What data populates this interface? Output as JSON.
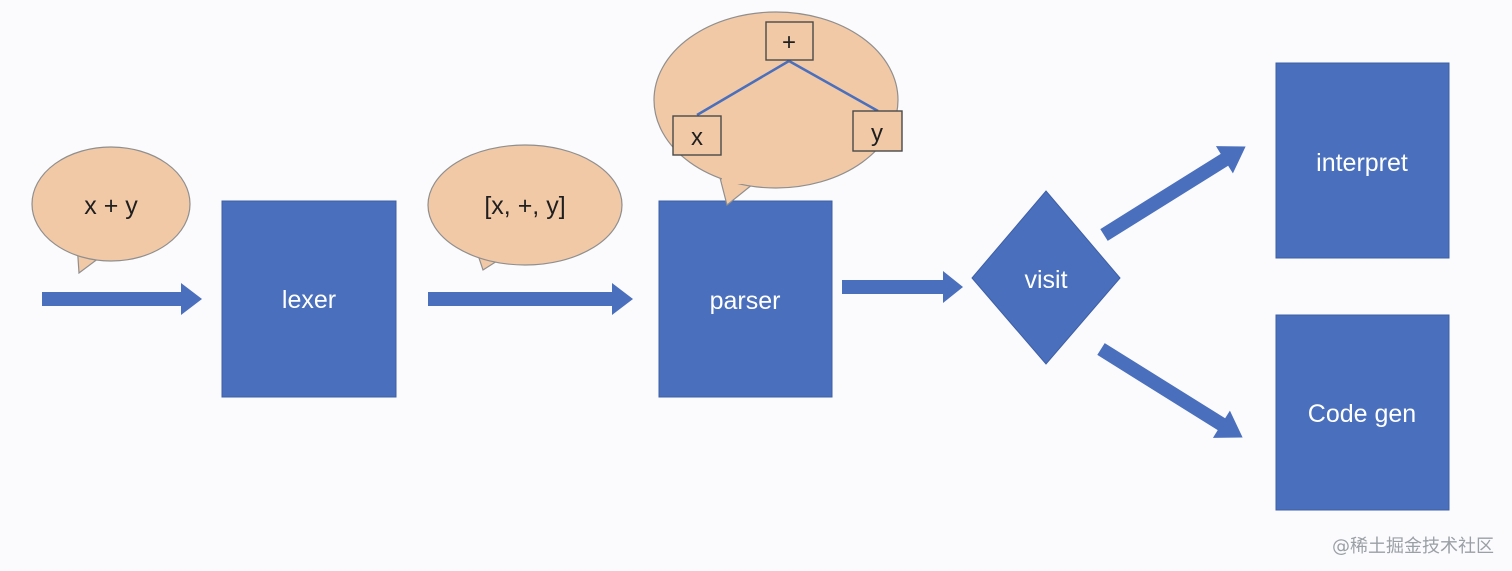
{
  "diagram": {
    "input_bubble": {
      "text": "x + y"
    },
    "tokens_bubble": {
      "text": "[x, +, y]"
    },
    "ast_bubble": {
      "root": "+",
      "left": "x",
      "right": "y"
    },
    "lexer": {
      "label": "lexer"
    },
    "parser": {
      "label": "parser"
    },
    "visit": {
      "label": "visit"
    },
    "interpret": {
      "label": "interpret"
    },
    "codegen": {
      "label": "Code gen"
    }
  },
  "colors": {
    "block": "#4a6fbd",
    "bubble_fill": "#f2c9a6",
    "bubble_stroke": "#8f8f8f",
    "node_stroke": "#4a4a4a",
    "tree_edge": "#4a6fbd"
  },
  "watermark": {
    "text": "@稀土掘金技术社区"
  }
}
